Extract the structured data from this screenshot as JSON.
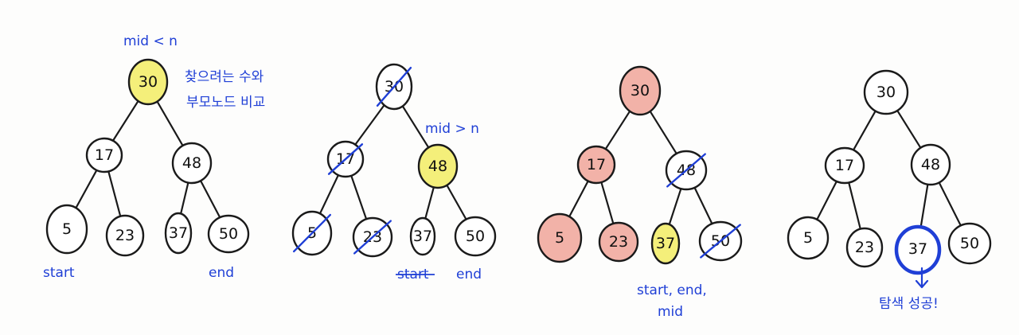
{
  "panels": [
    {
      "nodes": {
        "root": "30",
        "l": "17",
        "r": "48",
        "ll": "5",
        "lr": "23",
        "rl": "37",
        "rr": "50"
      },
      "highlight": {
        "root": "yellow"
      },
      "slashed": [],
      "labels": {
        "mid_lt_n": "mid < n",
        "note_line1": "찾으려는 수와",
        "note_line2": "부모노드 비교",
        "start": "start",
        "end": "end"
      }
    },
    {
      "nodes": {
        "root": "30",
        "l": "17",
        "r": "48",
        "ll": "5",
        "lr": "23",
        "rl": "37",
        "rr": "50"
      },
      "highlight": {
        "r": "yellow"
      },
      "slashed": [
        "root",
        "l",
        "ll",
        "lr"
      ],
      "labels": {
        "mid_gt_n": "mid > n",
        "start": "start",
        "end": "end"
      }
    },
    {
      "nodes": {
        "root": "30",
        "l": "17",
        "r": "48",
        "ll": "5",
        "lr": "23",
        "rl": "37",
        "rr": "50"
      },
      "highlight": {
        "root": "pink",
        "l": "pink",
        "ll": "pink",
        "lr": "pink",
        "rl": "yellow"
      },
      "slashed": [
        "r",
        "rr"
      ],
      "labels": {
        "line1": "start, end,",
        "line2": "mid"
      }
    },
    {
      "nodes": {
        "root": "30",
        "l": "17",
        "r": "48",
        "ll": "5",
        "lr": "23",
        "rl": "37",
        "rr": "50"
      },
      "highlight": {},
      "found": "rl",
      "slashed": [],
      "labels": {
        "result": "탐색 성공!"
      }
    }
  ],
  "colors": {
    "ink": "#1a1a1a",
    "annotation_blue": "#1f3fd6",
    "highlight_yellow": "#f4ef7a",
    "highlight_pink": "#f2b2a8"
  }
}
